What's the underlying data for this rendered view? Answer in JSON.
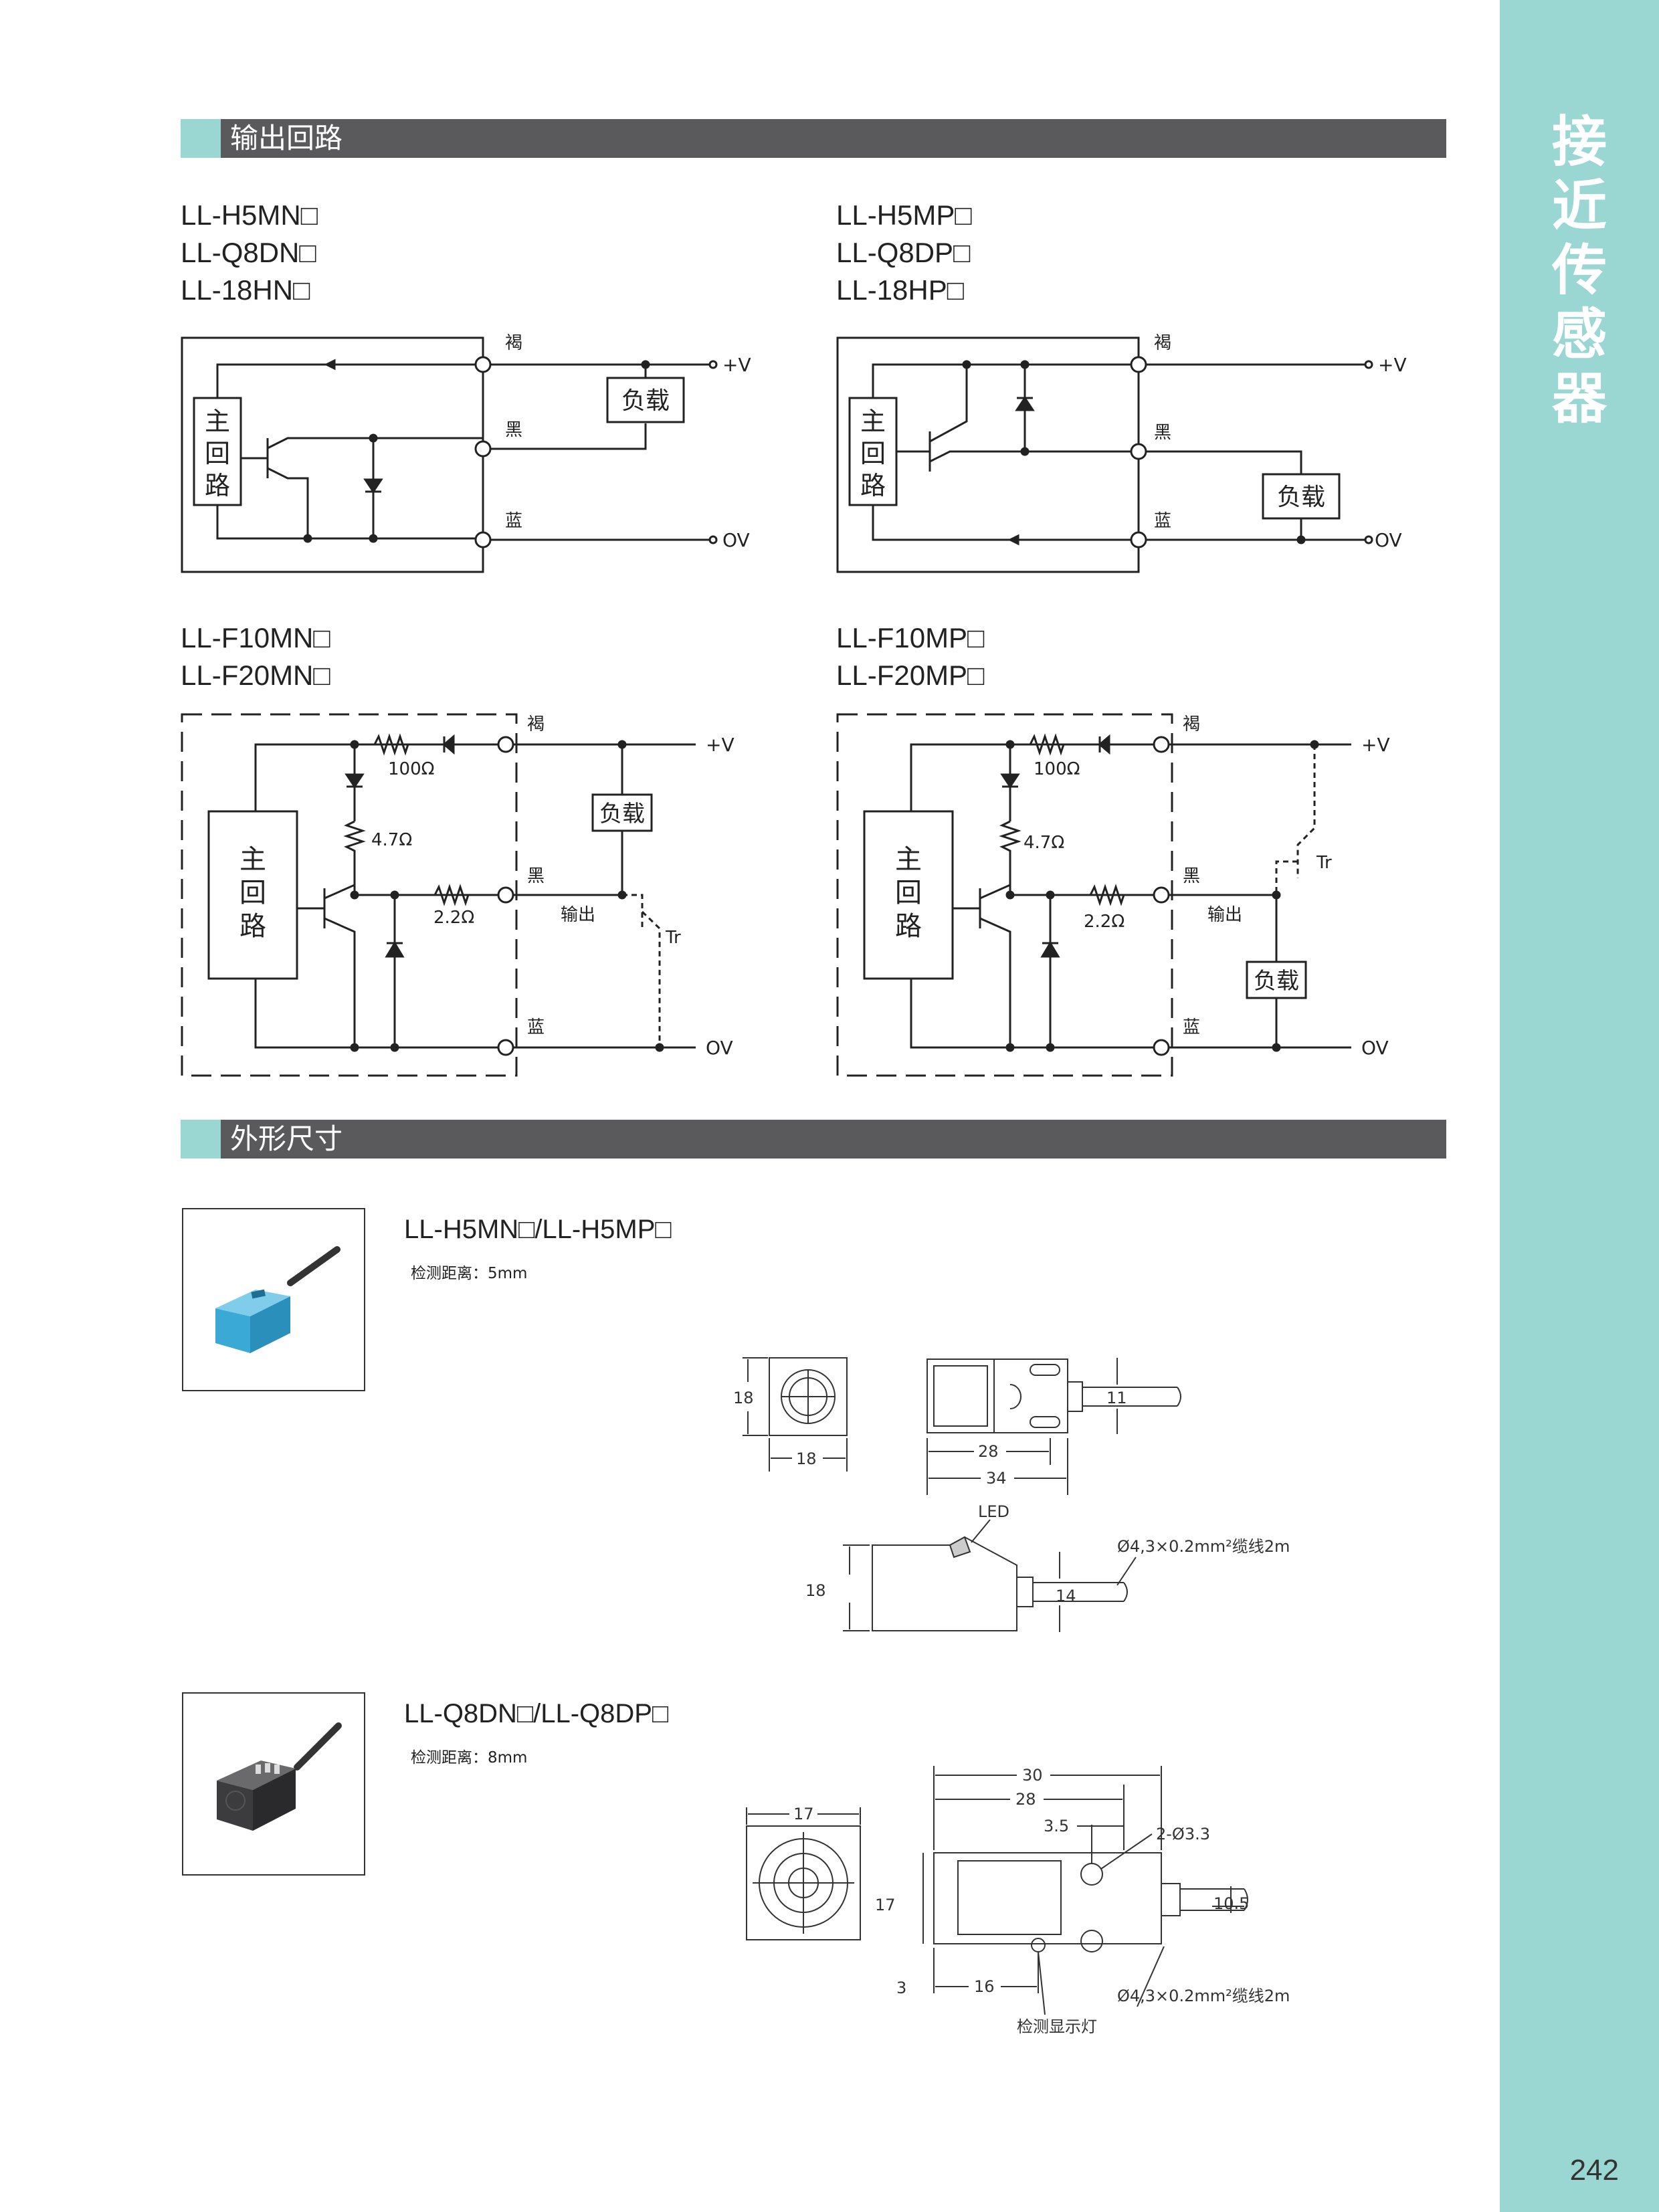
{
  "sidebar": {
    "chars": [
      "接",
      "近",
      "传",
      "感",
      "器"
    ],
    "page_number": "242"
  },
  "sections": {
    "output_circuit": "输出回路",
    "dimensions": "外形尺寸"
  },
  "circuits": {
    "npn_models": [
      "LL-H5MN□",
      "LL-Q8DN□",
      "LL-18HN□"
    ],
    "pnp_models": [
      "LL-H5MP□",
      "LL-Q8DP□",
      "LL-18HP□"
    ],
    "f_npn_models": [
      "LL-F10MN□",
      "LL-F20MN□"
    ],
    "f_pnp_models": [
      "LL-F10MP□",
      "LL-F20MP□"
    ],
    "labels": {
      "main_circuit": [
        "主",
        "回",
        "路"
      ],
      "brown": "褐",
      "black": "黑",
      "blue": "蓝",
      "plus_v": "+V",
      "zero_v": "OV",
      "load": "负载",
      "output": "输出",
      "tr": "Tr",
      "r100": "100Ω",
      "r47": "4.7Ω",
      "r22": "2.2Ω"
    }
  },
  "products": [
    {
      "name": "LL-H5MN□/LL-H5MP□",
      "sensing": "检测距离：5mm",
      "color": "#3aa9d6"
    },
    {
      "name": "LL-Q8DN□/LL-Q8DP□",
      "sensing": "检测距离：8mm",
      "color": "#3c3c3e"
    }
  ],
  "dims_h5": {
    "front_h": "18",
    "front_w": "18",
    "side_l1": "28",
    "side_l2": "34",
    "cable_h": "11",
    "bottom_h": "18",
    "cable_w": "14",
    "led": "LED",
    "cable": "Ø4,3×0.2mm²缆线2m"
  },
  "dims_q8": {
    "front_w": "17",
    "front_h": "17",
    "top_l1": "30",
    "top_l2": "28",
    "hole_off": "3.5",
    "holes": "2-Ø3.3",
    "cable_h": "10.5",
    "led_off": "16",
    "bottom_off": "3",
    "cable": "Ø4,3×0.2mm²缆线2m",
    "indicator": "检测显示灯"
  }
}
